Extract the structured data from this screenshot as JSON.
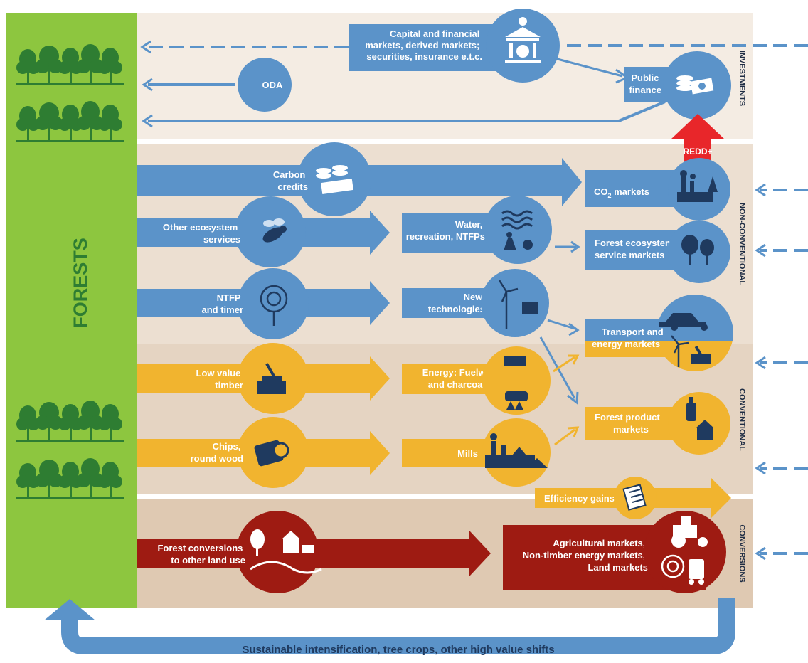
{
  "colors": {
    "blue": "#5b93c9",
    "yellow": "#f1b42f",
    "red": "#9e1b12",
    "green": "#8dc63f",
    "tree": "#2e7d32",
    "icon": "#1f3a5f",
    "redd": "#e8262a",
    "band_investments": "#f4ece3",
    "band_nonconventional": "#ecdfd1",
    "band_conventional": "#e5d4c2",
    "band_conversions": "#dfc9b2"
  },
  "forests": {
    "label": "FORESTS"
  },
  "sections": {
    "investments": "INVESTMENTS",
    "non_conventional": "NON-CONVENTIONAL",
    "conventional": "CONVENTIONAL",
    "conversions": "CONVERSIONS"
  },
  "investments": {
    "capital": [
      "Capital and financial",
      "markets, derived markets;",
      "securities, insurance e.t.c."
    ],
    "oda": "ODA",
    "public_finance": [
      "Public",
      "finance"
    ]
  },
  "redd": "REDD+",
  "flows": {
    "carbon": [
      "Carbon",
      "credits"
    ],
    "co2": {
      "main": "CO",
      "sub": "2",
      "rest": " markets"
    },
    "other_eco": [
      "Other ecosystem",
      "services"
    ],
    "water": [
      "Water,",
      "recreation, NTFPs"
    ],
    "forest_eco": [
      "Forest ecosystem",
      "service markets"
    ],
    "ntfp": [
      "NTFP",
      "and timer"
    ],
    "new_tech": [
      "New",
      "technologies"
    ],
    "transport": [
      "Transport and",
      "energy markets"
    ],
    "low_value": [
      "Low value",
      "timber"
    ],
    "energy": [
      "Energy: Fuelwood",
      "and charcoal"
    ],
    "chips": [
      "Chips,",
      "round wood"
    ],
    "mills": "Mills",
    "forest_product": [
      "Forest product",
      "markets"
    ],
    "efficiency": "Efficiency gains",
    "conversions": [
      "Forest conversions",
      "to other land use"
    ],
    "agri": [
      "Agricultural markets,",
      "Non-timber energy markets,",
      "Land markets"
    ]
  },
  "bottom": "Sustainable intensification, tree crops, other high value shifts",
  "icons": [
    "trees-icon",
    "bank-icon",
    "coins-icon",
    "factory-icon",
    "bee-icon",
    "water-icon",
    "sunflower-icon",
    "wind-turbine-icon",
    "car-icon",
    "log-pile-icon",
    "pot-icon",
    "round-log-icon",
    "mill-icon",
    "bottle-icon",
    "checklist-icon",
    "village-icon",
    "tractor-icon"
  ]
}
